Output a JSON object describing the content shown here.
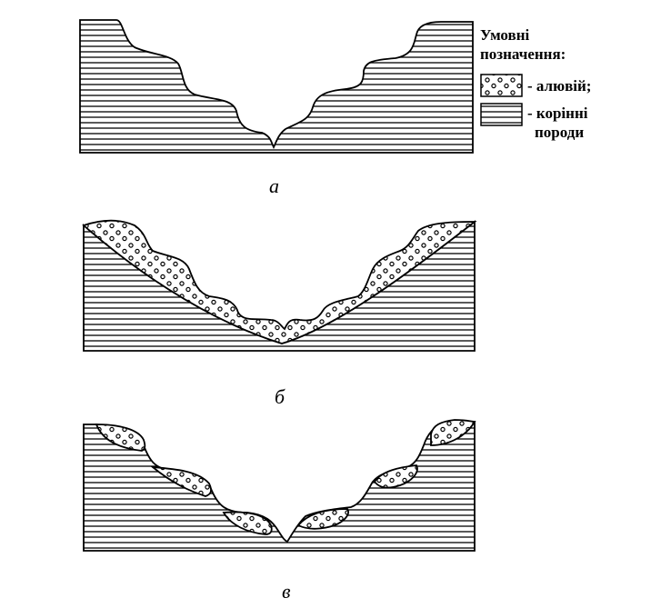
{
  "legend": {
    "title_line1": "Умовні",
    "title_line2": "позначення:",
    "alluvium": "- алювій;",
    "bedrock_line1": "- корінні",
    "bedrock_line2": "породи"
  },
  "panels": [
    {
      "caption": "а"
    },
    {
      "caption": "б"
    },
    {
      "caption": "в"
    }
  ]
}
